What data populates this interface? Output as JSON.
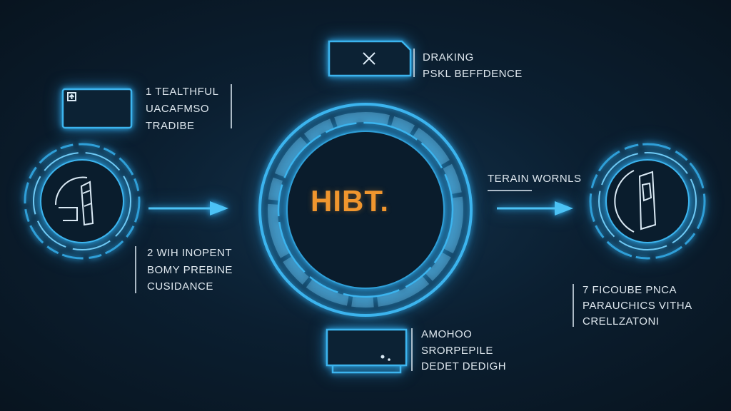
{
  "colors": {
    "background": "#0b1f31",
    "glow_blue": "#2fa8e6",
    "ring_light": "#7fd3ff",
    "title_orange": "#f0962e",
    "text": "#dfe8ef"
  },
  "center": {
    "title": "HIBT."
  },
  "top_node": {
    "icon": "x-shape-icon",
    "lines": [
      "DRAKING",
      "PSKL BEFFDENCE"
    ]
  },
  "left_top_node": {
    "icon": "arrow-up-icon",
    "lines": [
      "1 TEALTHFUL",
      "UACAFMSO",
      "TRADIBE"
    ]
  },
  "left_node": {
    "icon": "shield-icon",
    "lines": [
      "2 WIH INOPENT",
      "BOMY PREBINE",
      "CUSIDANCE"
    ]
  },
  "right_node": {
    "icon": "monitor-icon",
    "label": "TERAIN WORNLS",
    "lines": [
      "7 FICOUBE PNCA",
      "PARAUCHICS VITHA",
      "CRELLZATONI"
    ]
  },
  "bottom_node": {
    "icon": "screen-icon",
    "lines": [
      "AMOHOO",
      "SRORPEPILE",
      "DEDET DEDIGH"
    ]
  }
}
